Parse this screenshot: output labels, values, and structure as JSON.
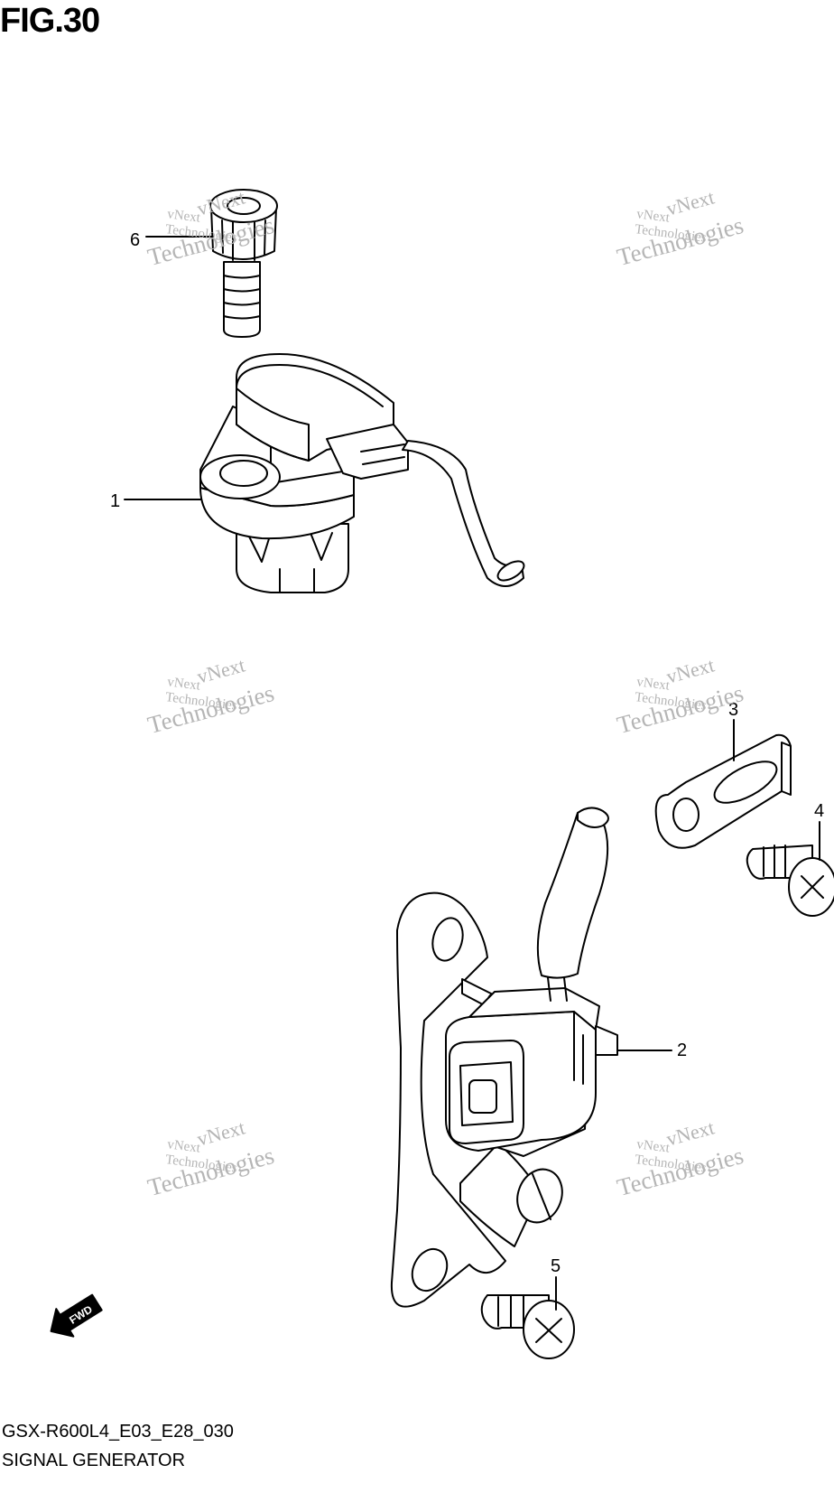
{
  "figure": {
    "title": "FIG.30"
  },
  "footer": {
    "model_code": "GSX-R600L4_E03_E28_030",
    "name": "SIGNAL GENERATOR"
  },
  "callouts": [
    "1",
    "2",
    "3",
    "4",
    "5",
    "6"
  ],
  "fwd_arrow": {
    "text": "FWD",
    "icon": "forward-arrow-icon"
  },
  "watermark": {
    "line1": "vNext",
    "line2": "vNext Technologies",
    "line3": "Technologies"
  }
}
